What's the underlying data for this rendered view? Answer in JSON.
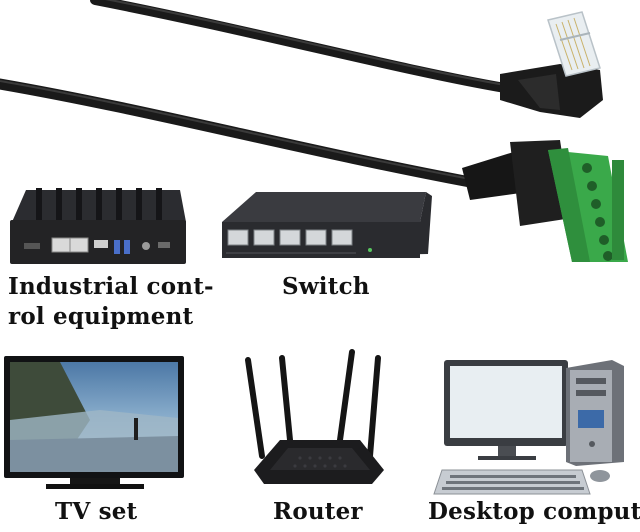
{
  "labels": {
    "industrial_line1": "Industrial cont-",
    "industrial_line2": "rol equipment",
    "switch": "Switch",
    "tv": "TV set",
    "router": "Router",
    "desktop": "Desktop computer"
  },
  "colors": {
    "cable": "#1a1a1a",
    "terminal_green": "#3aa94a",
    "device_dark": "#232325",
    "screen_sky": "#5f8fb8",
    "monitor_screen": "#e8eef2"
  },
  "icons": {
    "cable": "rj45-cable",
    "terminal": "screw-terminal-block",
    "industrial": "fanless-mini-pc",
    "switch": "ethernet-switch",
    "tv": "television",
    "router": "wifi-router",
    "desktop": "desktop-computer"
  }
}
